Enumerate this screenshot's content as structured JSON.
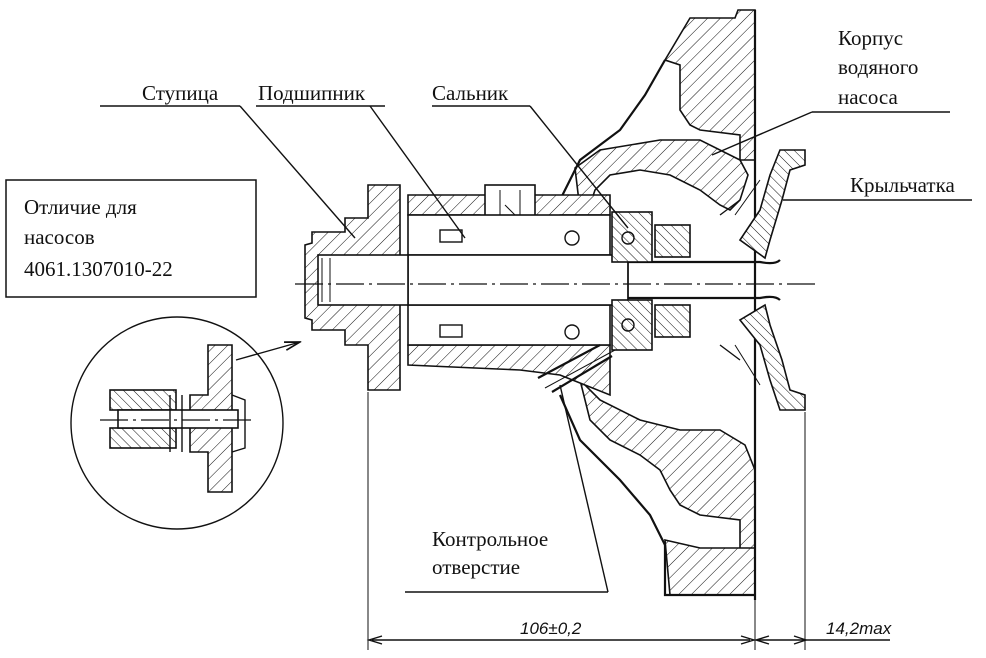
{
  "labels": {
    "hub": "Ступица",
    "bearing": "Подшипник",
    "seal": "Сальник",
    "housing_line1": "Корпус",
    "housing_line2": "водяного",
    "housing_line3": "насоса",
    "impeller": "Крыльчатка",
    "control_hole_line1": "Контрольное",
    "control_hole_line2": "отверстие"
  },
  "note_box": {
    "line1": "Отличие для",
    "line2": "насосов",
    "line3": "4061.1307010-22"
  },
  "dimensions": {
    "main": "106±0,2",
    "max": "14,2max"
  }
}
